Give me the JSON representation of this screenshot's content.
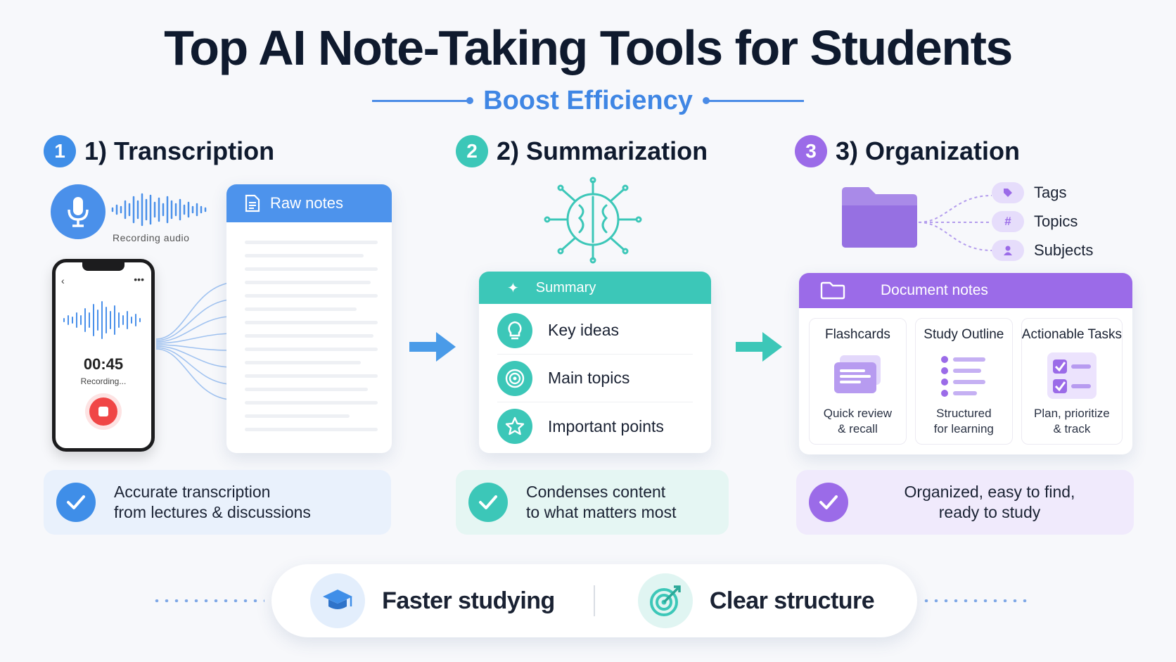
{
  "header": {
    "title": "Top AI Note-Taking Tools for Students",
    "subtitle": "Boost Efficiency"
  },
  "sections": [
    {
      "number": "1",
      "title": "1) Transcription",
      "color": "#3f8ee8"
    },
    {
      "number": "2",
      "title": "2) Summarization",
      "color": "#3cc7b8"
    },
    {
      "number": "3",
      "title": "3) Organization",
      "color": "#9b6be8"
    }
  ],
  "transcription": {
    "wave_label": "Recording audio",
    "phone_time": "00:45",
    "phone_status": "Recording...",
    "doc_title": "Raw notes",
    "result_line1": "Accurate transcription",
    "result_line2": "from lectures & discussions"
  },
  "summarization": {
    "card_title": "Summary",
    "items": [
      {
        "label": "Key ideas",
        "icon": "lightbulb-icon"
      },
      {
        "label": "Main topics",
        "icon": "target-icon"
      },
      {
        "label": "Important points",
        "icon": "star-icon"
      }
    ],
    "result_line1": "Condenses content",
    "result_line2": "to what matters most"
  },
  "organization": {
    "tags": [
      {
        "label": "Tags",
        "icon": "tag-icon"
      },
      {
        "label": "Topics",
        "icon": "hash-icon"
      },
      {
        "label": "Subjects",
        "icon": "person-icon"
      }
    ],
    "card_title": "Document notes",
    "columns": [
      {
        "title": "Flashcards",
        "desc1": "Quick review",
        "desc2": "& recall",
        "icon": "flashcards-icon"
      },
      {
        "title": "Study Outline",
        "desc1": "Structured",
        "desc2": "for learning",
        "icon": "outline-icon"
      },
      {
        "title": "Actionable Tasks",
        "desc1": "Plan, prioritize",
        "desc2": "& track",
        "icon": "checklist-icon"
      }
    ],
    "result_line1": "Organized, easy to find,",
    "result_line2": "ready to study"
  },
  "benefits": [
    {
      "label": "Faster studying",
      "icon": "graduation-cap-icon"
    },
    {
      "label": "Clear structure",
      "icon": "target-arrow-icon"
    }
  ]
}
